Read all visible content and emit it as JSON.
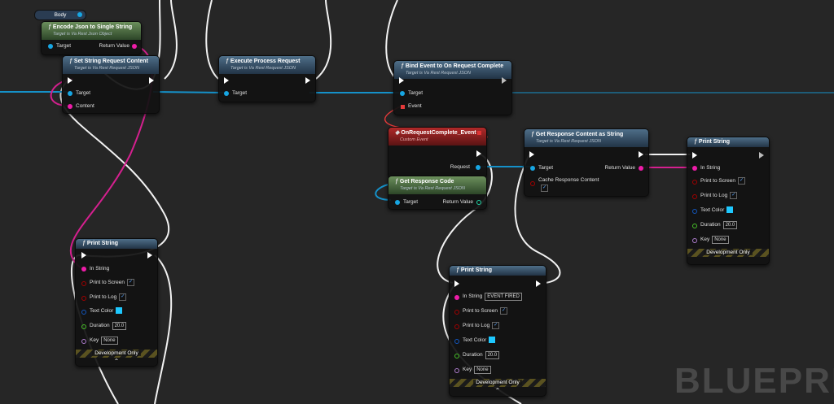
{
  "colors": {
    "background": "#262626",
    "exec": "#ffffff",
    "object": "#17a6e3",
    "string": "#ee1ca8",
    "boolean": "#a40000",
    "linear_color": "#1357c0",
    "float": "#48c228",
    "name": "#b07ed0",
    "integer": "#1fd6a6",
    "delegate": "#e53a3a"
  },
  "reroute": {
    "label": "Body"
  },
  "encode": {
    "title": "Encode Json to Single String",
    "subtitle": "Target is Va Rest Json Object",
    "target": "Target",
    "return_value": "Return Value"
  },
  "set_content": {
    "title": "Set String Request Content",
    "subtitle": "Target is Va Rest Request JSON",
    "target": "Target",
    "content": "Content"
  },
  "execute": {
    "title": "Execute Process Request",
    "subtitle": "Target is Va Rest Request JSON",
    "target": "Target"
  },
  "bind": {
    "title": "Bind Event to On Request Complete",
    "subtitle": "Target is Va Rest Request JSON",
    "target": "Target",
    "event": "Event"
  },
  "custom_event": {
    "title": "OnRequestComplete_Event",
    "subtitle": "Custom Event",
    "request": "Request"
  },
  "get_code": {
    "title": "Get Response Code",
    "subtitle": "Target is Va Rest Request JSON",
    "target": "Target",
    "return_value": "Return Value"
  },
  "get_content": {
    "title": "Get Response Content as String",
    "subtitle": "Target is Va Rest Request JSON",
    "target": "Target",
    "return_value": "Return Value",
    "cache": "Cache Response Content"
  },
  "print_a": {
    "title": "Print String",
    "in_string": "In String",
    "in_string_value": "",
    "print_screen": "Print to Screen",
    "print_log": "Print to Log",
    "text_color": "Text Color",
    "duration": "Duration",
    "duration_value": "20.0",
    "key": "Key",
    "key_value": "None",
    "dev": "Development Only"
  },
  "print_b": {
    "title": "Print String",
    "in_string": "In String",
    "in_string_value": "EVENT FIRED",
    "print_screen": "Print to Screen",
    "print_log": "Print to Log",
    "text_color": "Text Color",
    "duration": "Duration",
    "duration_value": "20.0",
    "key": "Key",
    "key_value": "None",
    "dev": "Development Only"
  },
  "print_c": {
    "title": "Print String",
    "in_string": "In String",
    "in_string_value": "",
    "print_screen": "Print to Screen",
    "print_log": "Print to Log",
    "text_color": "Text Color",
    "duration": "Duration",
    "duration_value": "20.0",
    "key": "Key",
    "key_value": "None",
    "dev": "Development Only"
  },
  "watermark": {
    "text": "BLUEPRIN"
  },
  "icons": {
    "function": "function-icon",
    "exec": "exec-pin-icon",
    "expand": "chevron-up-icon",
    "check": "checkmark-icon"
  }
}
